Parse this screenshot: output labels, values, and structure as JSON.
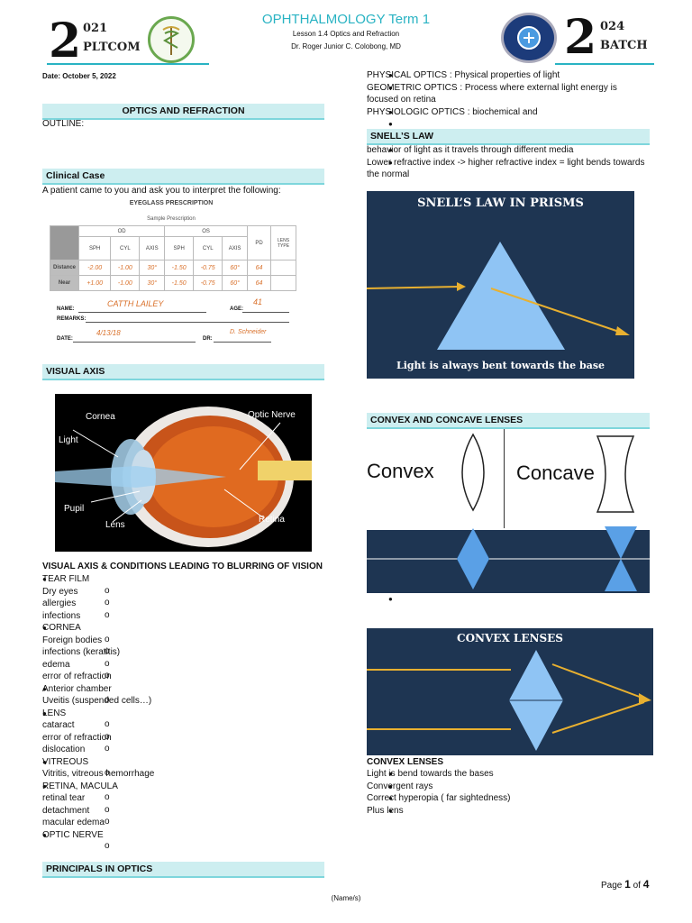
{
  "header": {
    "title": "OPHTHALMOLOGY Term 1",
    "lesson": "Lesson 1.4 Optics and Refraction",
    "lecturer": "Dr.   Roger Junior C. Colobong, MD",
    "left_logo": {
      "digit": "2",
      "top": "021",
      "bottom": "PLTCOM"
    },
    "right_logo": {
      "digit": "2",
      "top": "024",
      "bottom": "BATCH"
    }
  },
  "date": "Date: October 5, 2022",
  "left": {
    "section_title": "OPTICS AND REFRACTION",
    "outline": "OUTLINE:",
    "clinical_case": {
      "heading": "Clinical Case",
      "intro": "A patient came to you and ask you to interpret the following:"
    },
    "prescription": {
      "title": "EYEGLASS PRESCRIPTION",
      "subtitle": "Sample Prescription",
      "od": "OD",
      "os": "OS",
      "pd": "PD",
      "lens_type": "LENS TYPE",
      "cols": [
        "SPH",
        "CYL",
        "AXIS",
        "SPH",
        "CYL",
        "AXIS"
      ],
      "rows": [
        {
          "label": "Distance",
          "vals": [
            "-2.00",
            "-1.00",
            "30°",
            "-1.50",
            "-0.75",
            "60°",
            "64"
          ]
        },
        {
          "label": "Near",
          "vals": [
            "+1.00",
            "-1.00",
            "30°",
            "-1.50",
            "-0.75",
            "60°",
            "64"
          ]
        }
      ],
      "name_label": "NAME:",
      "name_value": "CATTH LAILEY",
      "age_label": "AGE:",
      "age_value": "41",
      "remarks_label": "REMARKS:",
      "date_label": "DATE:",
      "date_value": "4/13/18",
      "dr_label": "DR:",
      "dr_value": "D. Schneider"
    },
    "visual_axis_heading": "VISUAL AXIS",
    "eye_labels": {
      "cornea": "Cornea",
      "light": "Light",
      "pupil": "Pupil",
      "lens": "Lens",
      "optic_nerve": "Optic Nerve",
      "retina": "Retina"
    },
    "conditions_heading": "VISUAL AXIS  & CONDITIONS LEADING TO BLURRING OF VISION",
    "conditions": [
      {
        "name": "TEAR FILM",
        "items": [
          "Dry eyes",
          "allergies",
          "infections"
        ]
      },
      {
        "name": "CORNEA",
        "items": [
          "Foreign bodies",
          "infections (keratitis)",
          "edema",
          "error of refraction"
        ]
      },
      {
        "name": "Anterior chamber",
        "items": [
          "Uveitis (suspended cells…)"
        ]
      },
      {
        "name": "LENS",
        "items": [
          "cataract",
          "error of refraction",
          " dislocation"
        ]
      },
      {
        "name": " VITREOUS",
        "items": [
          "Vitritis, vitreous hemorrhage"
        ]
      },
      {
        "name": "RETINA, MACULA",
        "items": [
          "retinal tear",
          "detachment",
          "macular edema"
        ]
      },
      {
        "name": "OPTIC NERVE",
        "items": [
          ""
        ]
      }
    ],
    "principals_heading": "PRINCIPALS IN OPTICS"
  },
  "right": {
    "optics_list": [
      "PHYSICAL OPTICS : Physical properties of light",
      "GEOMETRIC OPTICS : Process where external light energy is focused on retina",
      "PHYSIOLOGIC OPTICS : biochemical and",
      ""
    ],
    "snell_heading": "SNELL’S LAW",
    "snell_list": [
      "behavior of light as it travels through different media",
      "Lower refractive index -> higher refractive index = light bends towards the normal"
    ],
    "prism_title": "SNELL’S LAW IN PRISMS",
    "prism_caption": "Light is always bent towards the base",
    "lenses_heading": "CONVEX AND CONCAVE LENSES",
    "convex_word": "Convex",
    "concave_word": "Concave",
    "lens_list_empty": "",
    "convex_panel_title": "CONVEX LENSES",
    "convex_lenses_heading": "CONVEX LENSES",
    "convex_list": [
      "Light is bend towards the bases",
      "Convergent rays",
      "Correct hyperopia ( far sightedness)",
      "Plus lens"
    ]
  },
  "footer": {
    "page_prefix": "Page ",
    "page_num": "1",
    "page_of": " of ",
    "page_total": "4",
    "names": "(Name/s)"
  },
  "colors": {
    "accent": "#29b3c3",
    "bar": "#cdeef0",
    "panel": "#1e3552",
    "prism": "#8fc4f4",
    "arrow": "#e8b030"
  }
}
